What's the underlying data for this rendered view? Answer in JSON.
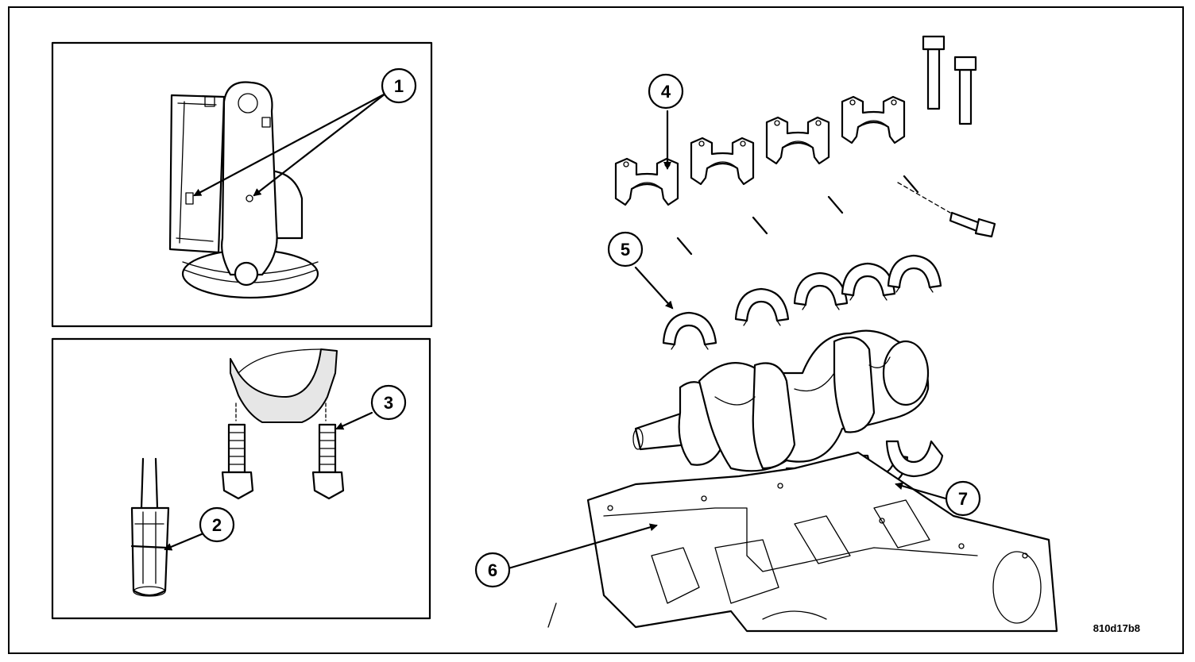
{
  "figure_code": "810d17b8",
  "callouts": [
    {
      "id": "1",
      "label": "1"
    },
    {
      "id": "2",
      "label": "2"
    },
    {
      "id": "3",
      "label": "3"
    },
    {
      "id": "4",
      "label": "4"
    },
    {
      "id": "5",
      "label": "5"
    },
    {
      "id": "6",
      "label": "6"
    },
    {
      "id": "7",
      "label": "7"
    }
  ]
}
